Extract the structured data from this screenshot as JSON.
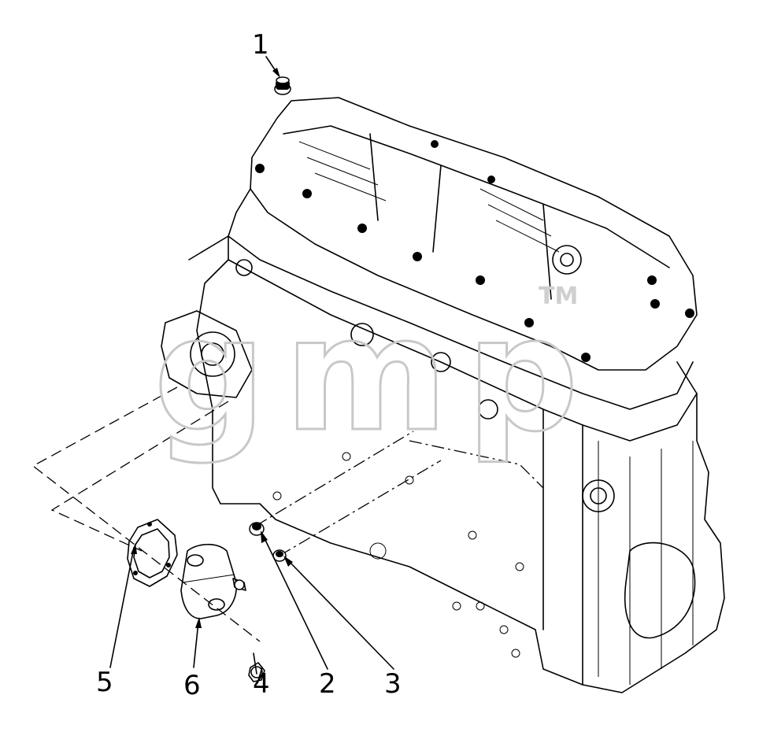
{
  "diagram": {
    "callouts": [
      {
        "id": "1",
        "label": "1"
      },
      {
        "id": "2",
        "label": "2"
      },
      {
        "id": "3",
        "label": "3"
      },
      {
        "id": "4",
        "label": "4"
      },
      {
        "id": "5",
        "label": "5"
      },
      {
        "id": "6",
        "label": "6"
      }
    ],
    "watermark": {
      "text": "gmp",
      "trademark": "TM"
    },
    "colors": {
      "line": "#000000",
      "background": "#ffffff",
      "watermark": "#c8c8c8"
    }
  }
}
